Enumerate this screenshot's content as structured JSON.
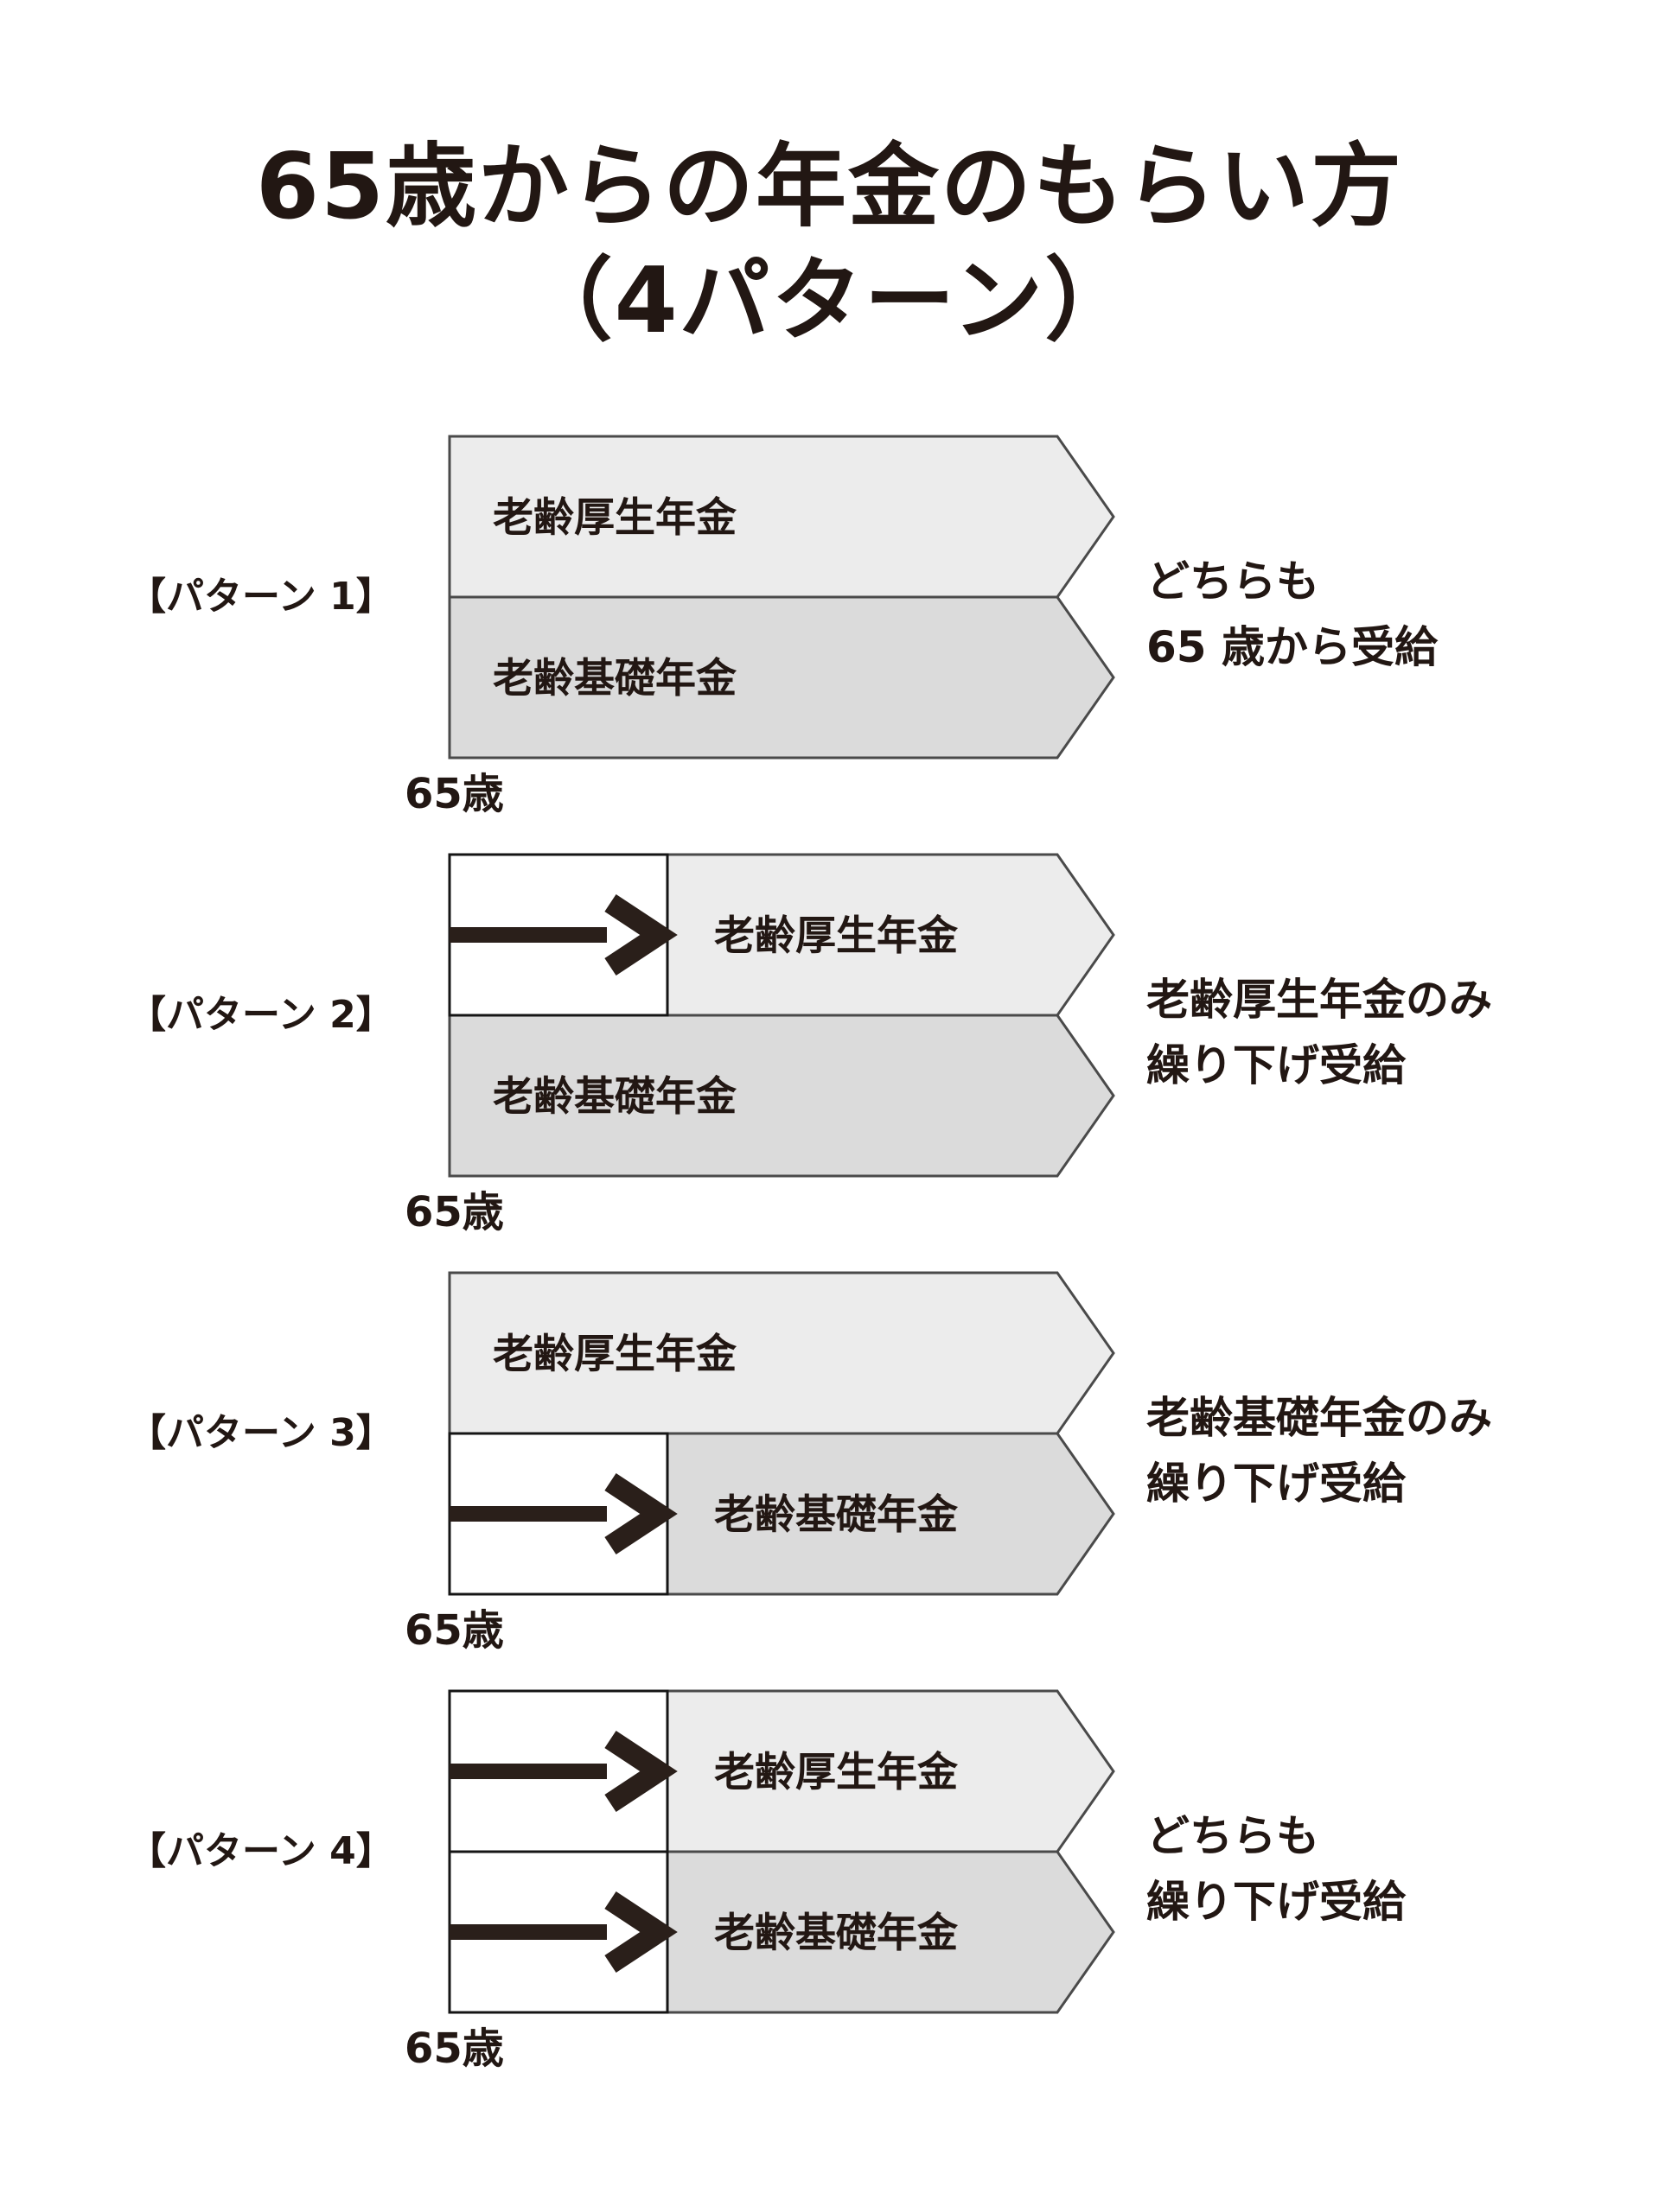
{
  "title": {
    "line1": "65歳からの年金のもらい方",
    "line2": "（4パターン）"
  },
  "colors": {
    "bar_light": "#ececec",
    "bar_dark": "#dbdbdb",
    "bar_border": "#4a4a4a",
    "box_border": "#151515",
    "arrow": "#2a1f1a",
    "text": "#221713",
    "bg": "#ffffff"
  },
  "patterns": [
    {
      "label": "【パターン 1】",
      "rows": [
        {
          "name": "老齢厚生年金",
          "deferred": false
        },
        {
          "name": "老齢基礎年金",
          "deferred": false
        }
      ],
      "note": [
        "どちらも",
        "65 歳から受給"
      ],
      "age_label": "65歳"
    },
    {
      "label": "【パターン 2】",
      "rows": [
        {
          "name": "老齢厚生年金",
          "deferred": true
        },
        {
          "name": "老齢基礎年金",
          "deferred": false
        }
      ],
      "note": [
        "老齢厚生年金のみ",
        "繰り下げ受給"
      ],
      "age_label": "65歳"
    },
    {
      "label": "【パターン 3】",
      "rows": [
        {
          "name": "老齢厚生年金",
          "deferred": false
        },
        {
          "name": "老齢基礎年金",
          "deferred": true
        }
      ],
      "note": [
        "老齢基礎年金のみ",
        "繰り下げ受給"
      ],
      "age_label": "65歳"
    },
    {
      "label": "【パターン 4】",
      "rows": [
        {
          "name": "老齢厚生年金",
          "deferred": true
        },
        {
          "name": "老齢基礎年金",
          "deferred": true
        }
      ],
      "note": [
        "どちらも",
        "繰り下げ受給"
      ],
      "age_label": "65歳"
    }
  ]
}
